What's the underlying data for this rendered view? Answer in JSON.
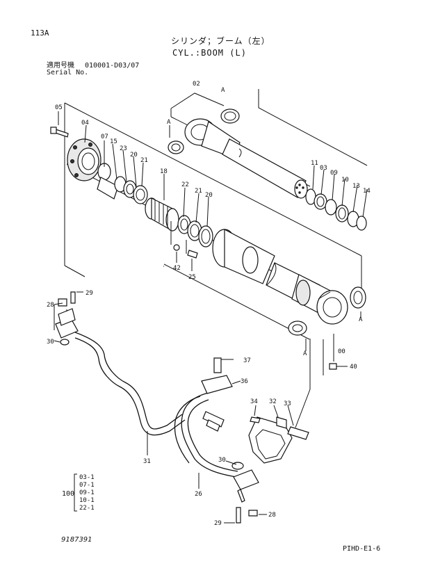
{
  "page": {
    "page_code": "113A",
    "title_jp": "シリンダ；ブーム（左）",
    "title_en": "CYL.:BOOM (L)",
    "serial_label_jp": "適用号機",
    "serial_range": "010001-D03/07",
    "serial_label_en": "Serial No.",
    "drawing_number": "9187391",
    "sheet_code": "PIHD-E1-6"
  },
  "callouts": {
    "p02": "02",
    "pA1": "A",
    "pA2": "A",
    "pA3": "A",
    "pA4": "A",
    "p05": "05",
    "p04": "04",
    "p07": "07",
    "p15": "15",
    "p23": "23",
    "p20a": "20",
    "p21a": "21",
    "p18": "18",
    "p22": "22",
    "p21b": "21",
    "p20b": "20",
    "p42": "42",
    "p25": "25",
    "p11": "11",
    "p03": "03",
    "p09": "09",
    "p10": "10",
    "p13": "13",
    "p14": "14",
    "p00": "00",
    "p40": "40",
    "p29a": "29",
    "p28a": "28",
    "p30a": "30",
    "p37": "37",
    "p36": "36",
    "p34": "34",
    "p32": "32",
    "p33": "33",
    "p31": "31",
    "p30b": "30",
    "p26": "26",
    "p29b": "29",
    "p28b": "28"
  },
  "kit": {
    "parent": "100",
    "items": [
      "03-1",
      "07-1",
      "09-1",
      "10-1",
      "22-1"
    ]
  }
}
